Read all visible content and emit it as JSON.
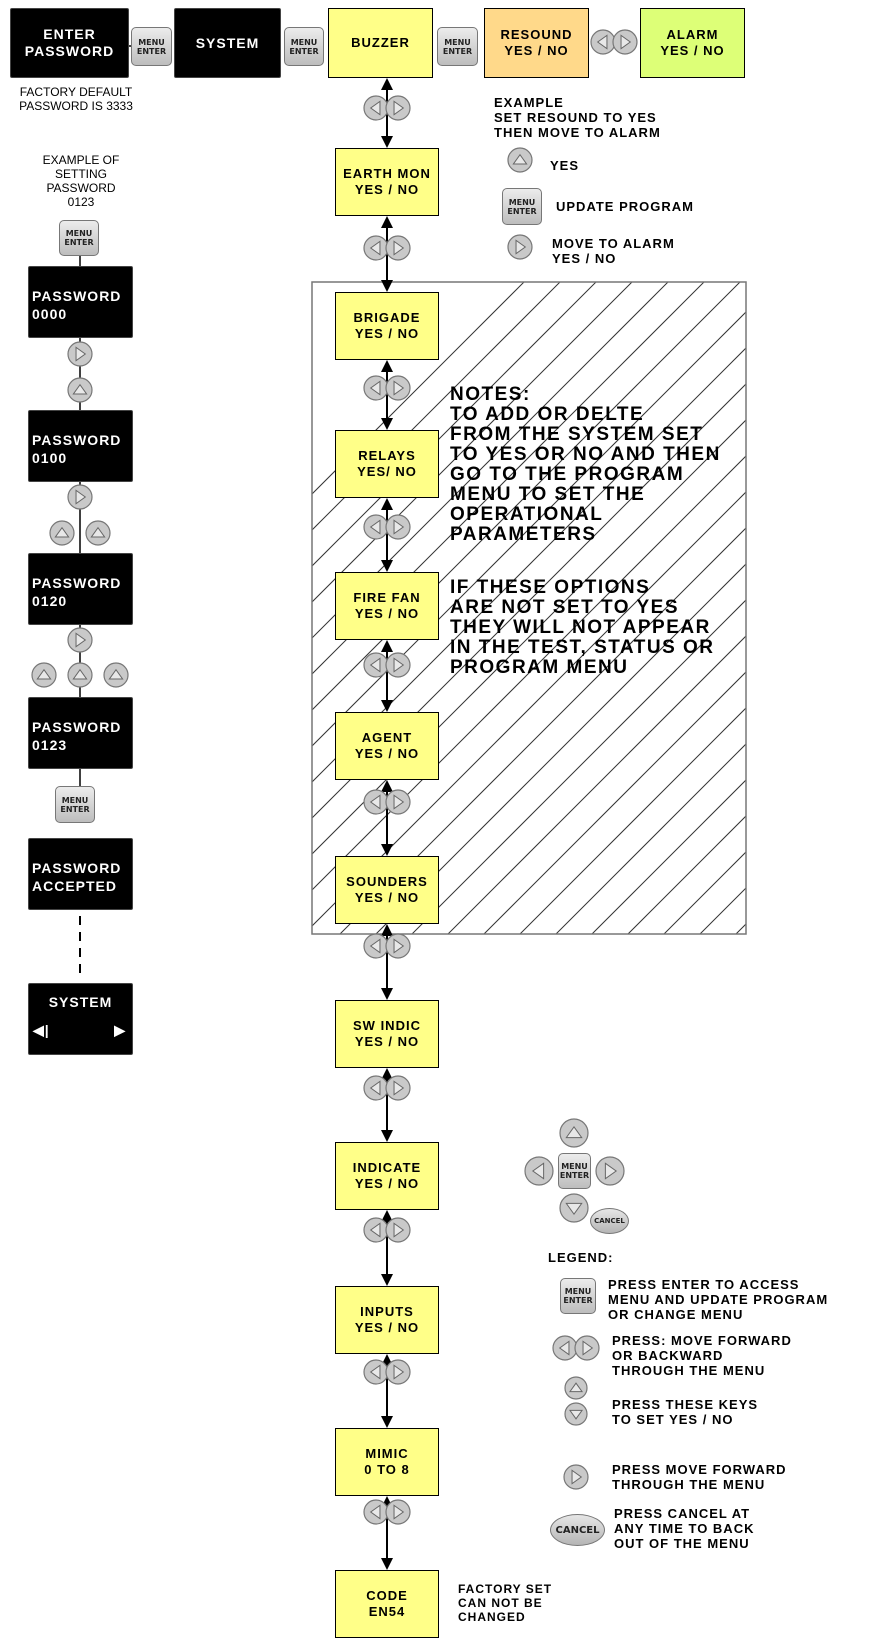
{
  "top_row": {
    "enter_password": [
      "ENTER",
      "PASSWORD"
    ],
    "system": "SYSTEM",
    "buzzer": "BUZZER",
    "resound": [
      "RESOUND",
      "YES / NO"
    ],
    "alarm": [
      "ALARM",
      "YES / NO"
    ],
    "factory_default": [
      "FACTORY DEFAULT",
      "PASSWORD IS 3333"
    ]
  },
  "colors": {
    "yellow_box": "#ffff88",
    "resound_box": "#ffd98a",
    "alarm_box": "#ddff77",
    "black_box": "#000000",
    "key_gray": "#c8c8c8"
  },
  "key_labels": {
    "menu": "MENU",
    "enter": "ENTER",
    "cancel": "CANCEL"
  },
  "example_resound": {
    "lines": [
      "EXAMPLE",
      "SET RESOUND TO YES",
      "THEN MOVE TO ALARM"
    ],
    "yes": "YES",
    "update": "UPDATE PROGRAM",
    "move": [
      "MOVE TO ALARM",
      "YES / NO"
    ]
  },
  "password_example": {
    "caption": [
      "EXAMPLE OF",
      "SETTING",
      "PASSWORD",
      "0123"
    ],
    "steps": [
      [
        "PASSWORD",
        "0000"
      ],
      [
        "PASSWORD",
        "0100"
      ],
      [
        "PASSWORD",
        "0120"
      ],
      [
        "PASSWORD",
        "0123"
      ],
      [
        "PASSWORD",
        "ACCEPTED"
      ]
    ],
    "system_screen": "SYSTEM"
  },
  "menu_items": [
    [
      "EARTH MON",
      "YES / NO"
    ],
    [
      "BRIGADE",
      "YES / NO"
    ],
    [
      "RELAYS",
      "YES/ NO"
    ],
    [
      "FIRE FAN",
      "YES / NO"
    ],
    [
      "AGENT",
      "YES / NO"
    ],
    [
      "SOUNDERS",
      "YES / NO"
    ],
    [
      "SW INDIC",
      "YES / NO"
    ],
    [
      "INDICATE",
      "YES / NO"
    ],
    [
      "INPUTS",
      "YES / NO"
    ],
    [
      "MIMIC",
      "0 TO 8"
    ],
    [
      "CODE",
      "EN54"
    ]
  ],
  "notes": {
    "block1": [
      "NOTES:",
      "TO ADD OR DELTE",
      "FROM THE SYSTEM SET",
      "TO YES OR NO AND THEN",
      "GO TO THE PROGRAM",
      "MENU TO SET THE",
      "OPERATIONAL",
      "PARAMETERS"
    ],
    "block2": [
      "IF THESE OPTIONS",
      "ARE NOT SET TO YES",
      "THEY WILL NOT APPEAR",
      "IN THE TEST, STATUS OR",
      "PROGRAM MENU"
    ]
  },
  "code_note": [
    "FACTORY SET",
    "CAN NOT BE",
    "CHANGED"
  ],
  "legend": {
    "title": "LEGEND:",
    "enter": [
      "PRESS ENTER TO ACCESS",
      "MENU AND UPDATE PROGRAM",
      "OR CHANGE MENU"
    ],
    "move_both": [
      "PRESS: MOVE FORWARD",
      "OR BACKWARD",
      "THROUGH THE MENU"
    ],
    "yes_no": [
      "PRESS THESE KEYS",
      "TO SET YES / NO"
    ],
    "move_forward": [
      "PRESS MOVE FORWARD",
      "THROUGH THE MENU"
    ],
    "cancel": [
      "PRESS CANCEL AT",
      "ANY TIME TO BACK",
      "OUT OF THE MENU"
    ]
  }
}
